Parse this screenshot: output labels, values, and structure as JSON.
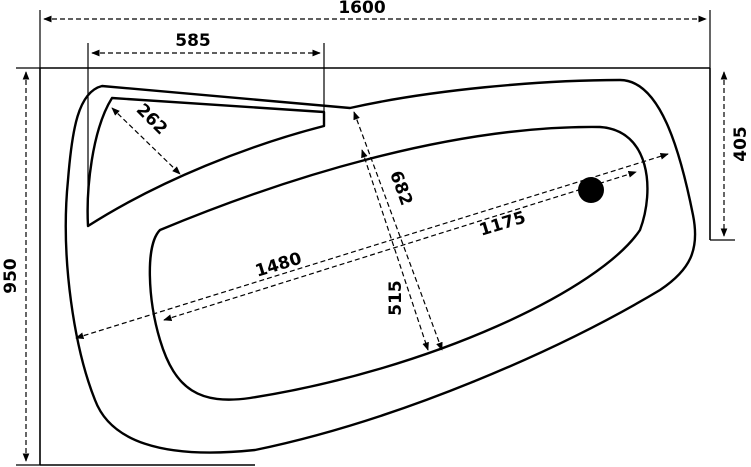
{
  "diagram": {
    "dimensions": {
      "total_width": "1600",
      "seat_width": "585",
      "seat_diagonal": "262",
      "total_height": "950",
      "right_height": "405",
      "inner_width": "682",
      "inner_narrow": "515",
      "outer_length": "1480",
      "inner_length": "1175"
    },
    "colors": {
      "stroke": "#000000",
      "background": "#ffffff"
    }
  }
}
